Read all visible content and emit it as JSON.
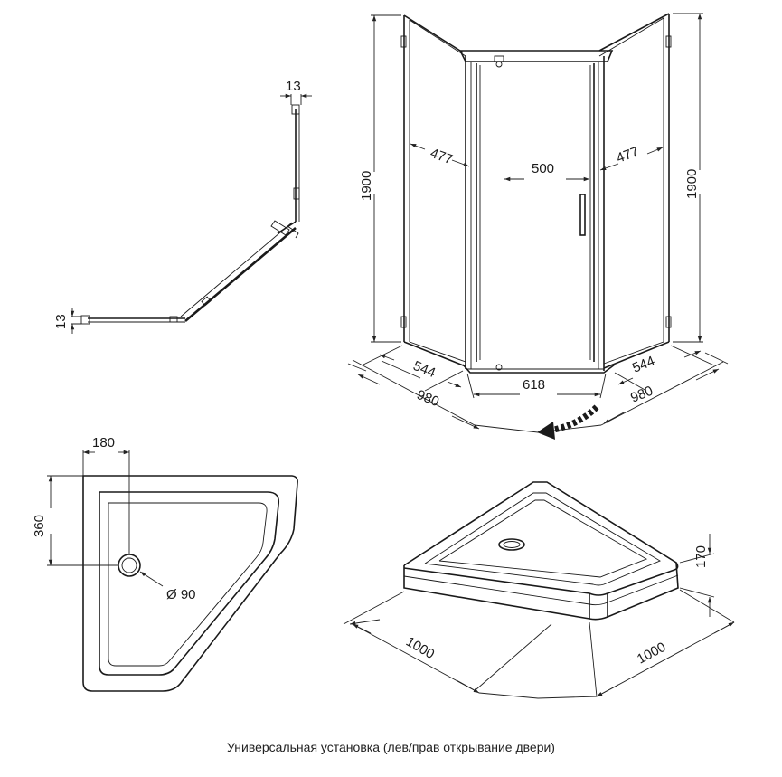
{
  "top_profile": {
    "dim_top": "13",
    "dim_left": "13"
  },
  "cabin": {
    "height_left": "1900",
    "height_right": "1900",
    "side_panel_left": "477",
    "door_width": "500",
    "side_panel_right": "477",
    "base_left_inner": "544",
    "base_left_outer": "980",
    "front_width": "618",
    "base_right_inner": "544",
    "base_right_outer": "980"
  },
  "tray_plan": {
    "drain_offset_x": "180",
    "drain_offset_y": "360",
    "drain_diameter": "Ø 90"
  },
  "tray_iso": {
    "height": "170",
    "side_left": "1000",
    "side_right": "1000"
  },
  "caption": "Универсальная установка (лев/прав открывание двери)"
}
